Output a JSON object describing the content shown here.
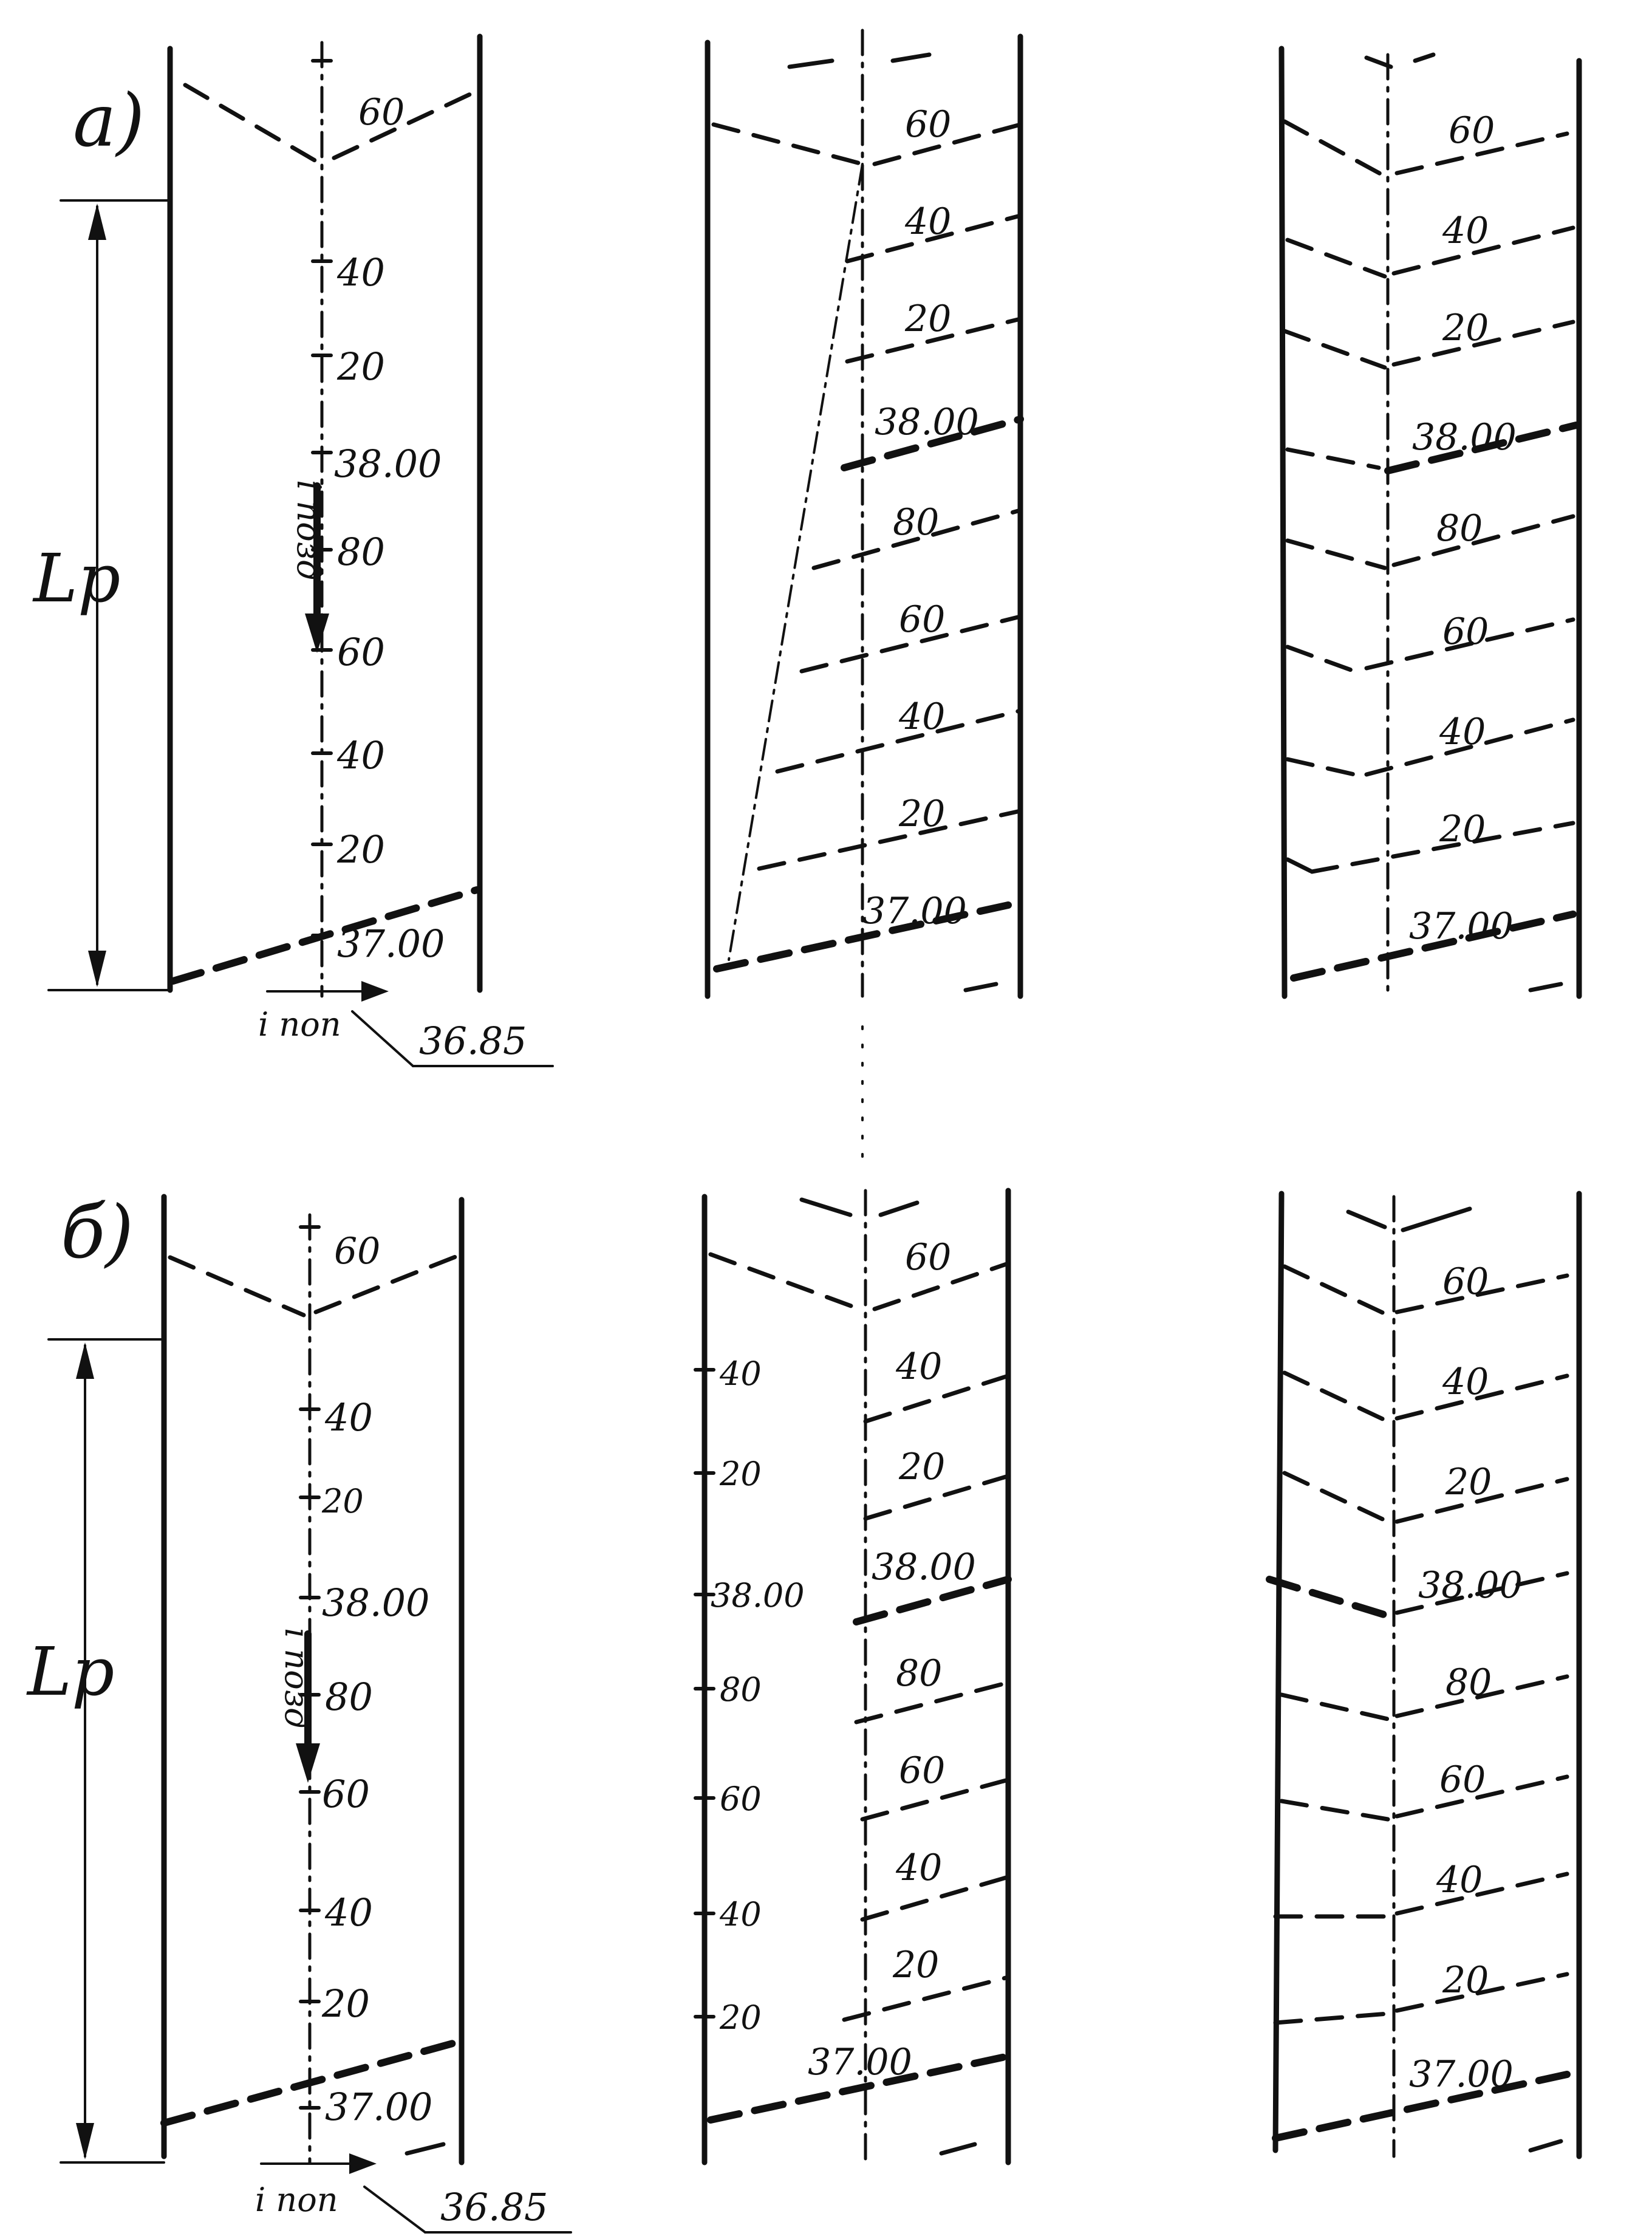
{
  "panels": [
    {
      "id": "a",
      "label": "а)",
      "span_label": "Lp",
      "longitudinal_slope_label": "i позд",
      "transverse_slope_label": "i поп",
      "edge_elevation": "36.85",
      "axis_marks": [
        "60",
        "40",
        "20",
        "38.00",
        "80",
        "60",
        "40",
        "20",
        "37.00"
      ],
      "variant_middle_marks": [
        "60",
        "40",
        "20",
        "38.00",
        "80",
        "60",
        "40",
        "20",
        "37.00"
      ],
      "variant_right_marks": [
        "60",
        "40",
        "20",
        "38.00",
        "80",
        "60",
        "40",
        "20",
        "37.00"
      ]
    },
    {
      "id": "b",
      "label": "б)",
      "span_label": "Lp",
      "longitudinal_slope_label": "i позд",
      "transverse_slope_label": "i поп",
      "edge_elevation": "36.85",
      "axis_marks": [
        "60",
        "40",
        "20",
        "38.00",
        "80",
        "60",
        "40",
        "20",
        "37.00"
      ],
      "variant_middle_edge_marks": [
        "40",
        "20",
        "38.00",
        "80",
        "60",
        "40",
        "20"
      ],
      "variant_middle_marks": [
        "60",
        "40",
        "20",
        "38.00",
        "80",
        "60",
        "40",
        "20",
        "37.00"
      ],
      "variant_right_marks": [
        "60",
        "40",
        "20",
        "38.00",
        "80",
        "60",
        "40",
        "20",
        "37.00"
      ]
    }
  ]
}
